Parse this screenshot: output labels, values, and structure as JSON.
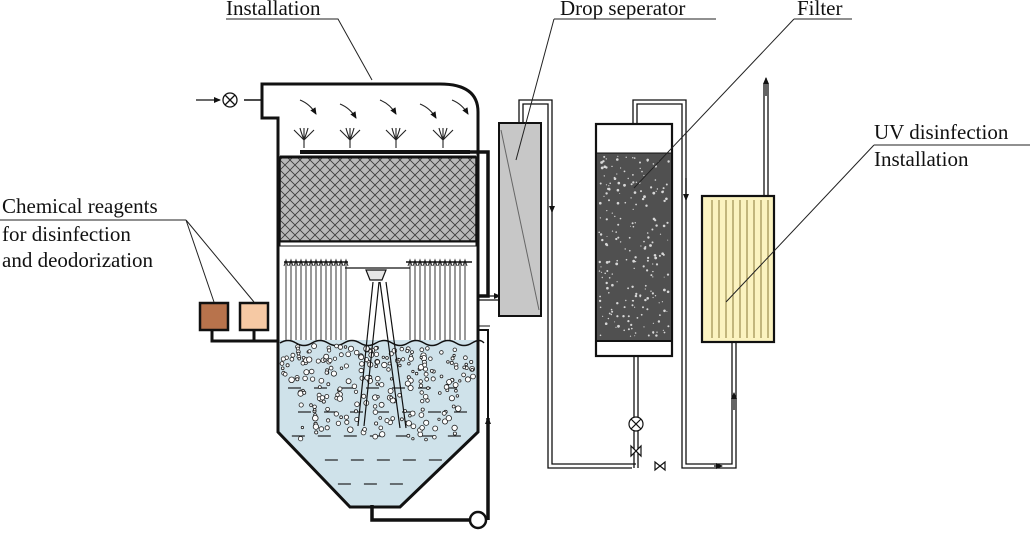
{
  "labels": {
    "installation": "Installation",
    "drop_separator": "Drop seperator",
    "filter": "Filter",
    "uv_line1": "UV disinfection",
    "uv_line2": "Installation",
    "chem_line1": "Chemical reagents",
    "chem_line2": "for disinfection",
    "chem_line3": "and deodorization"
  },
  "colors": {
    "line": "#111111",
    "water": "#cfe2ea",
    "packing": "#b8b8b8",
    "separator": "#c7c7c7",
    "filter_media": "#505050",
    "uv_unit": "#fbf3c0",
    "reagent_1": "#b8734c",
    "reagent_2": "#f6c9a4"
  }
}
